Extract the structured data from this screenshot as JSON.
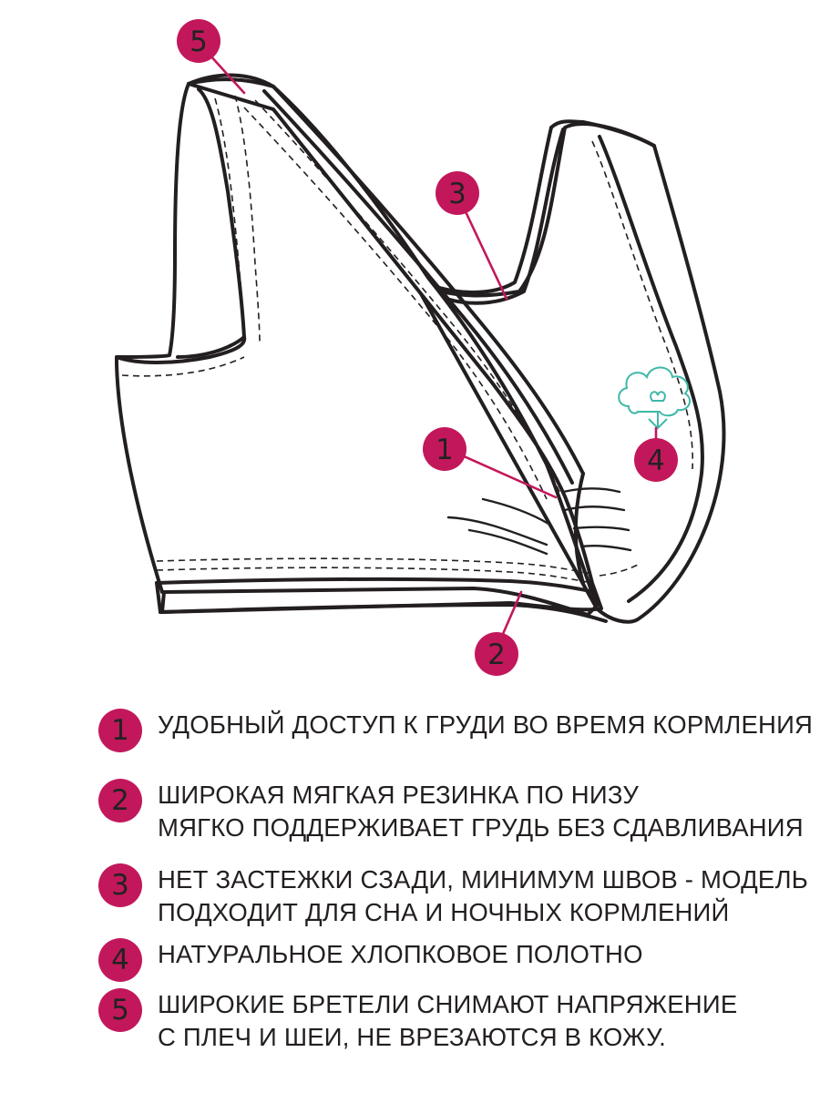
{
  "colors": {
    "accent": "#c2185b",
    "outline": "#231f20",
    "cotton_icon": "#3fb8a8"
  },
  "markers": [
    {
      "id": 1,
      "label": "1"
    },
    {
      "id": 2,
      "label": "2"
    },
    {
      "id": 3,
      "label": "3"
    },
    {
      "id": 4,
      "label": "4"
    },
    {
      "id": 5,
      "label": "5"
    }
  ],
  "icons": {
    "cotton": "cotton-flower-icon"
  },
  "legend": [
    {
      "num": "1",
      "lines": [
        "УДОБНЫЙ ДОСТУП К ГРУДИ ВО ВРЕМЯ КОРМЛЕНИЯ"
      ]
    },
    {
      "num": "2",
      "lines": [
        "ШИРОКАЯ МЯГКАЯ РЕЗИНКА ПО НИЗУ",
        "МЯГКО ПОДДЕРЖИВАЕТ ГРУДЬ БЕЗ СДАВЛИВАНИЯ"
      ]
    },
    {
      "num": "3",
      "lines": [
        "НЕТ ЗАСТЕЖКИ СЗАДИ, МИНИМУМ ШВОВ - МОДЕЛЬ",
        "ПОДХОДИТ ДЛЯ СНА И НОЧНЫХ КОРМЛЕНИЙ"
      ]
    },
    {
      "num": "4",
      "lines": [
        "НАТУРАЛЬНОЕ ХЛОПКОВОЕ ПОЛОТНО"
      ]
    },
    {
      "num": "5",
      "lines": [
        "ШИРОКИЕ БРЕТЕЛИ СНИМАЮТ НАПРЯЖЕНИЕ",
        "С ПЛЕЧ И ШЕИ, НЕ ВРЕЗАЮТСЯ В КОЖУ."
      ]
    }
  ]
}
